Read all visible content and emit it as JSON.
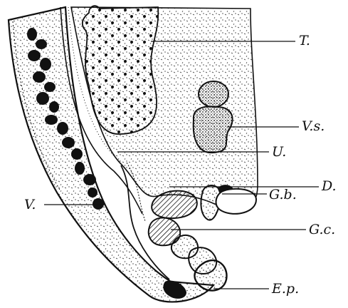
{
  "figure": {
    "ink_color": "#111111",
    "paper_color": "#ffffff",
    "labels": {
      "t": "T.",
      "vs": "V.s.",
      "u": "U.",
      "d": "D.",
      "gb": "G.b.",
      "v": "V.",
      "gc": "G.c.",
      "ep": "E.p."
    }
  }
}
